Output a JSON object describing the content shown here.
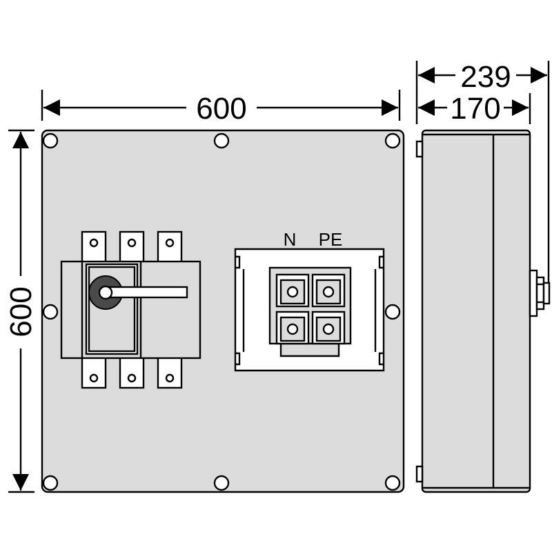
{
  "dimensions": {
    "width": "600",
    "height": "600",
    "total_depth": "239",
    "body_depth": "170"
  },
  "terminals": {
    "neutral": "N",
    "protective_earth": "PE"
  },
  "colors": {
    "housing": "#dcdcdc",
    "outline": "#000000",
    "handle": "#4a4a4a"
  }
}
